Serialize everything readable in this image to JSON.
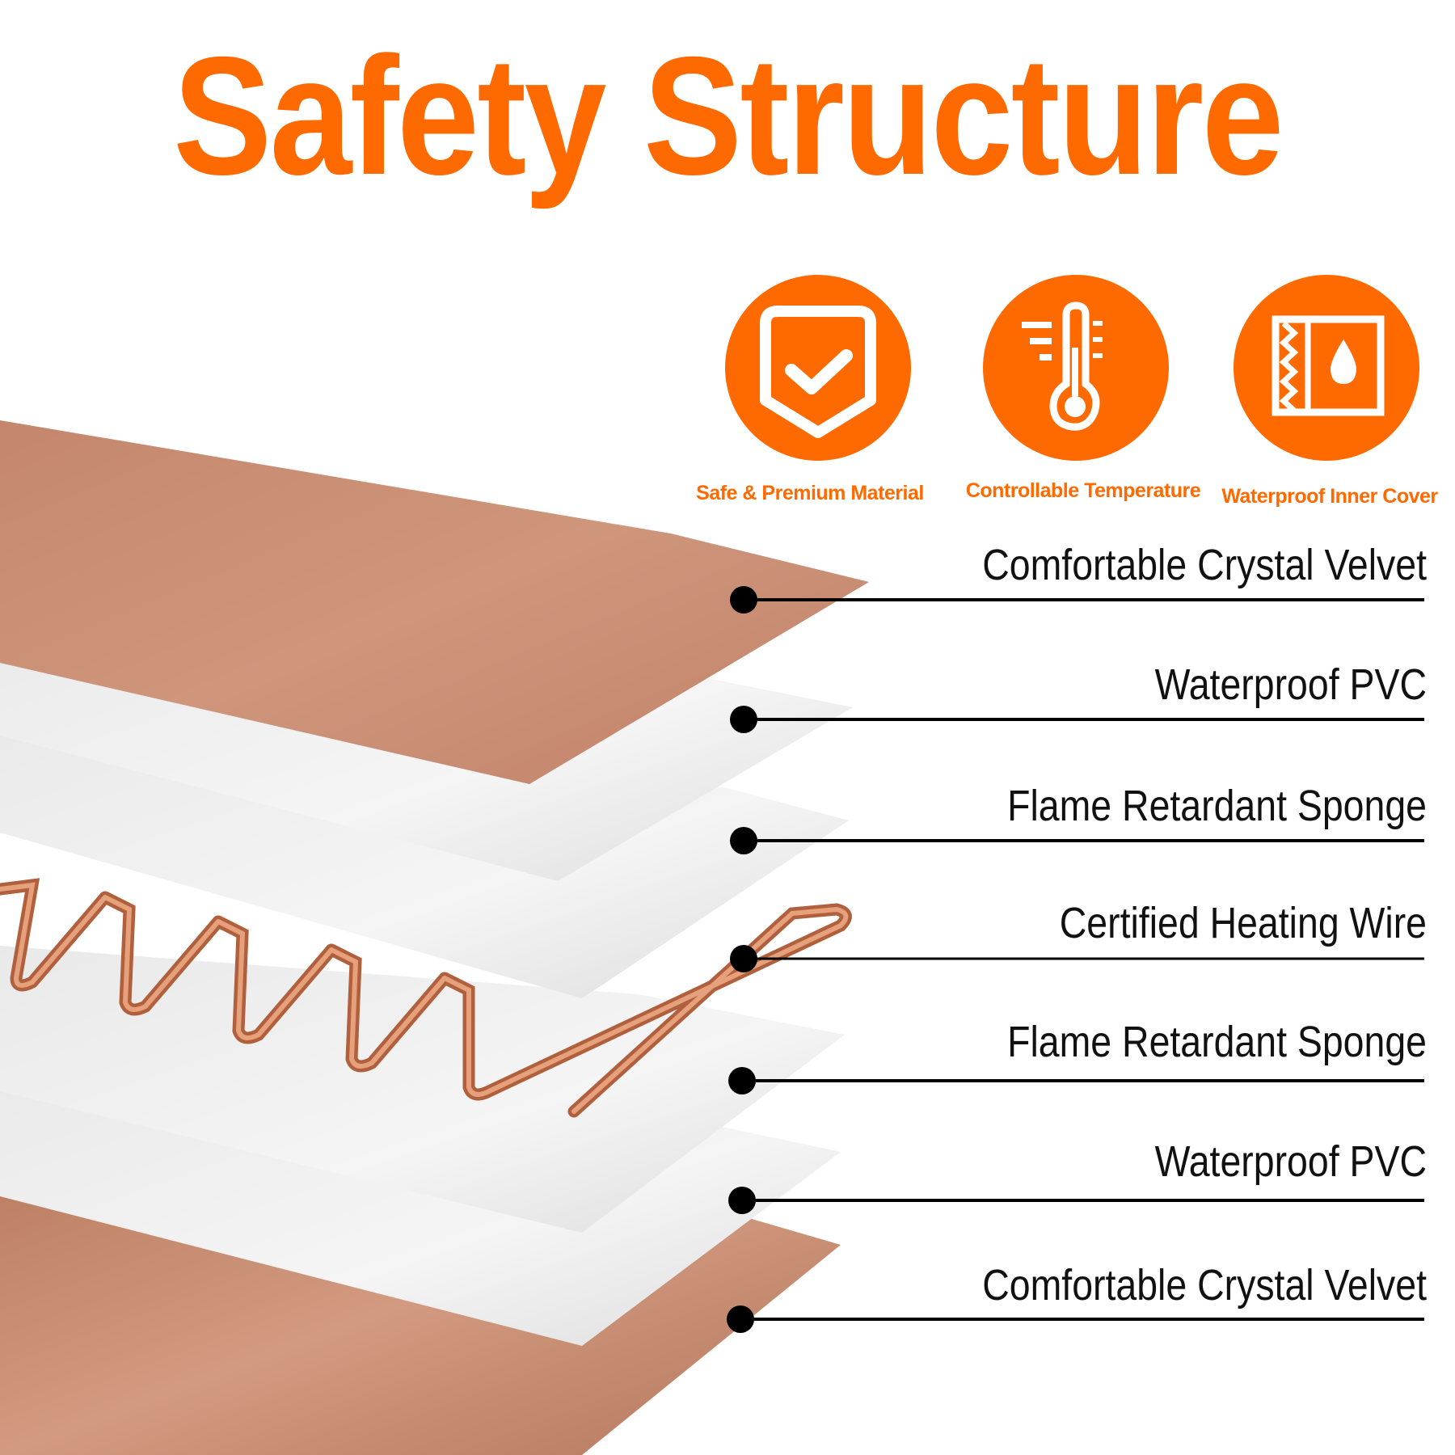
{
  "title": "Safety Structure",
  "colors": {
    "accent": "#ff6a00",
    "velvet": "#c98c73",
    "velvet_dark": "#b77a60",
    "wire": "#c4704a",
    "line": "#000000"
  },
  "badges": [
    {
      "icon": "shield-check-icon",
      "label": "Safe & Premium Material"
    },
    {
      "icon": "thermometer-icon",
      "label": "Controllable Temperature"
    },
    {
      "icon": "waterproof-cover-icon",
      "label": "Waterproof Inner Cover"
    }
  ],
  "layers": [
    {
      "label": "Comfortable Crystal Velvet"
    },
    {
      "label": "Waterproof PVC"
    },
    {
      "label": "Flame Retardant Sponge"
    },
    {
      "label": "Certified Heating Wire"
    },
    {
      "label": "Flame Retardant Sponge"
    },
    {
      "label": "Waterproof PVC"
    },
    {
      "label": "Comfortable Crystal Velvet"
    }
  ]
}
